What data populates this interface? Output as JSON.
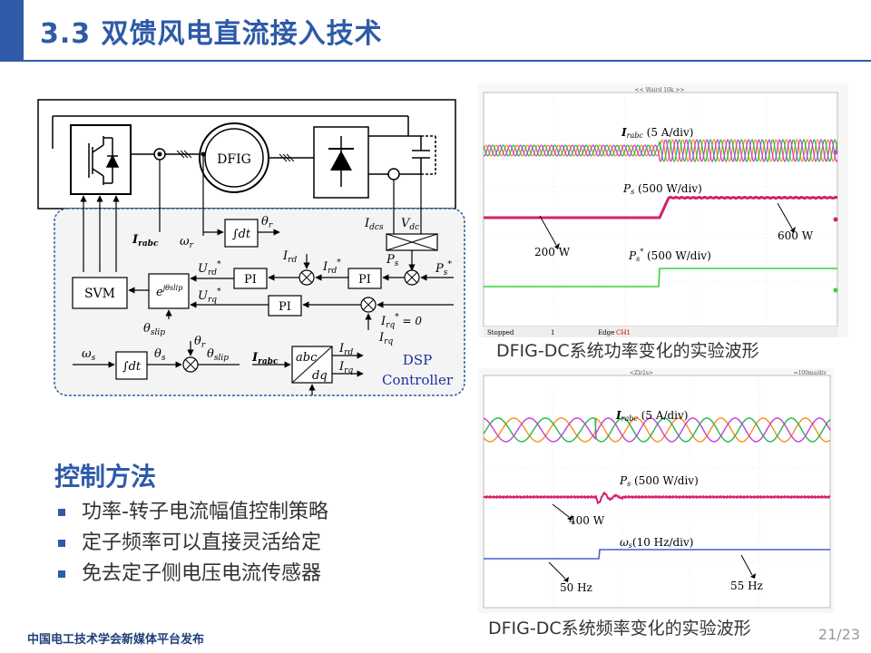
{
  "slide": {
    "title": "3.3 双馈风电直流接入技术",
    "page": "21/23",
    "footer": "中国电工技术学会新媒体平台发布"
  },
  "diagram": {
    "dfig": "DFIG",
    "svm": "SVM",
    "pi1": "PI",
    "pi2": "PI",
    "pi3": "PI",
    "dt1": "∫dt",
    "dt2": "∫dt",
    "dsp": "DSP",
    "controller": "Controller",
    "irabc": "I",
    "irabc_sub": "rabc",
    "irabc2_sub": "rabc",
    "omega_r": "ω",
    "omega_r_sub": "r",
    "theta_r": "θ",
    "theta_r_sub": "r",
    "idcs": "I",
    "idcs_sub": "dcs",
    "vdc": "V",
    "vdc_sub": "dc",
    "ird": "I",
    "ird_sub": "rd",
    "ird_ref": "I",
    "ird_ref_sub": "rd",
    "ps": "P",
    "ps_sub": "s",
    "ps_ref": "P",
    "ps_ref_sub": "s",
    "urd": "U",
    "urd_sub": "rd",
    "urq": "U",
    "urq_sub": "rq",
    "ejtheta": "e",
    "ejtheta_sup": "jθslip",
    "theta_slip": "θ",
    "theta_slip_sub": "slip",
    "irq_ref": "I",
    "irq_ref_sub": "rq",
    "irq_ref_val": " = 0",
    "irq": "I",
    "irq_sub": "rq",
    "omega_s": "ω",
    "omega_s_sub": "s",
    "theta_s": "θ",
    "theta_s_sub": "s",
    "abc": "abc",
    "dq": "dq",
    "out_ird": "I",
    "out_ird_sub": "rd",
    "out_irq": "I",
    "out_irq_sub": "rq"
  },
  "scope1": {
    "header": "<< Waird 10k >>",
    "irabc": "I",
    "irabc_sub": "rabc",
    "irabc_scale": " (5 A/div)",
    "ps": "P",
    "ps_sub": "s",
    "ps_scale": " (500 W/div)",
    "ps_ref": "P",
    "ps_ref_sub": "s",
    "ps_ref_scale": " (500 W/div)",
    "w200": "200 W",
    "w600": "600 W",
    "status_left": "Stopped",
    "status_one": "1",
    "status_edge": "Edge",
    "status_ch": "CH1",
    "caption": "DFIG-DC系统功率变化的实验波形"
  },
  "scope2": {
    "header": "<Zlr2s>",
    "header_right": "=100ms/div",
    "irabc": "I",
    "irabc_sub": "rabc",
    "irabc_scale": " (5 A/div)",
    "ps": "P",
    "ps_sub": "s",
    "ps_scale": " (500 W/div)",
    "w400": "400 W",
    "omega": "ω",
    "omega_sub": "s",
    "omega_scale": "(10 Hz/div)",
    "hz50": "50 Hz",
    "hz55": "55 Hz",
    "caption": "DFIG-DC系统频率变化的实验波形"
  },
  "method": {
    "heading": "控制方法",
    "bullets": [
      "功率-转子电流幅值控制策略",
      "定子频率可以直接灵活给定",
      "免去定子侧电压电流传感器"
    ]
  },
  "colors": {
    "accent": "#2e5aa8",
    "phase_a": "#ff8c1a",
    "phase_b": "#22b84a",
    "phase_c": "#c040d8",
    "ps_trace": "#d4206c",
    "ref_trace": "#3ad13a",
    "omega_trace": "#4a5fd6"
  }
}
